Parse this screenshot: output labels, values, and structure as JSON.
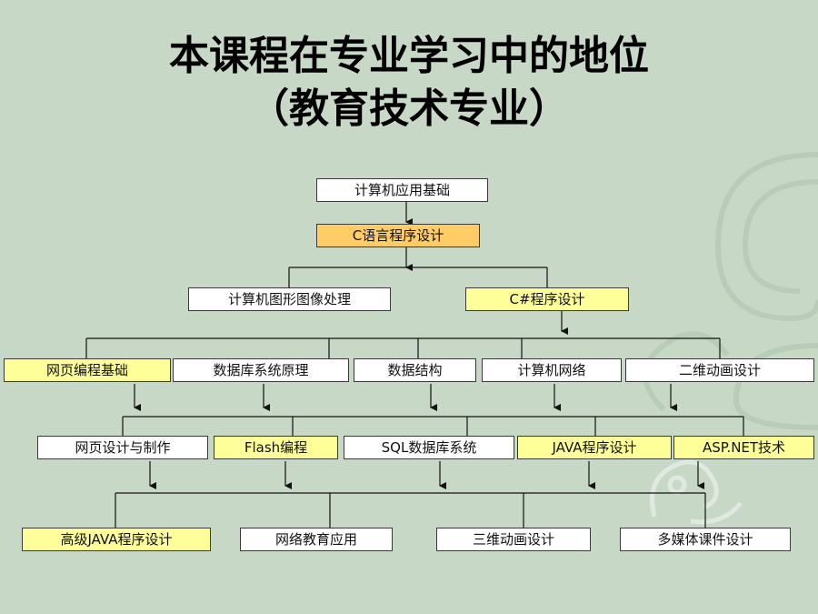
{
  "title_line1": "本课程在专业学习中的地位",
  "title_line2": "（教育技术专业）",
  "nodes": {
    "jsjyyjc": "计算机应用基础",
    "cyycxsj": "C语言程序设计",
    "jsjtxtxcl": "计算机图形图像处理",
    "csharp": "C#程序设计",
    "wybcjc": "网页编程基础",
    "sjkxtyl": "数据库系统原理",
    "sjjg": "数据结构",
    "jsjwl": "计算机网络",
    "ewdhsj": "二维动画设计",
    "wysjyzz": "网页设计与制作",
    "flash": "Flash编程",
    "sql": "SQL数据库系统",
    "java": "JAVA程序设计",
    "aspnet": "ASP.NET技术",
    "gjjava": "高级JAVA程序设计",
    "wljyyy": "网络教育应用",
    "swdhsj": "三维动画设计",
    "dmtkjsj": "多媒体课件设计"
  },
  "colors": {
    "background": "#c8d8c6",
    "highlight_yellow": "#ffff99",
    "highlight_orange": "#ffcc66",
    "normal": "#ffffff"
  }
}
